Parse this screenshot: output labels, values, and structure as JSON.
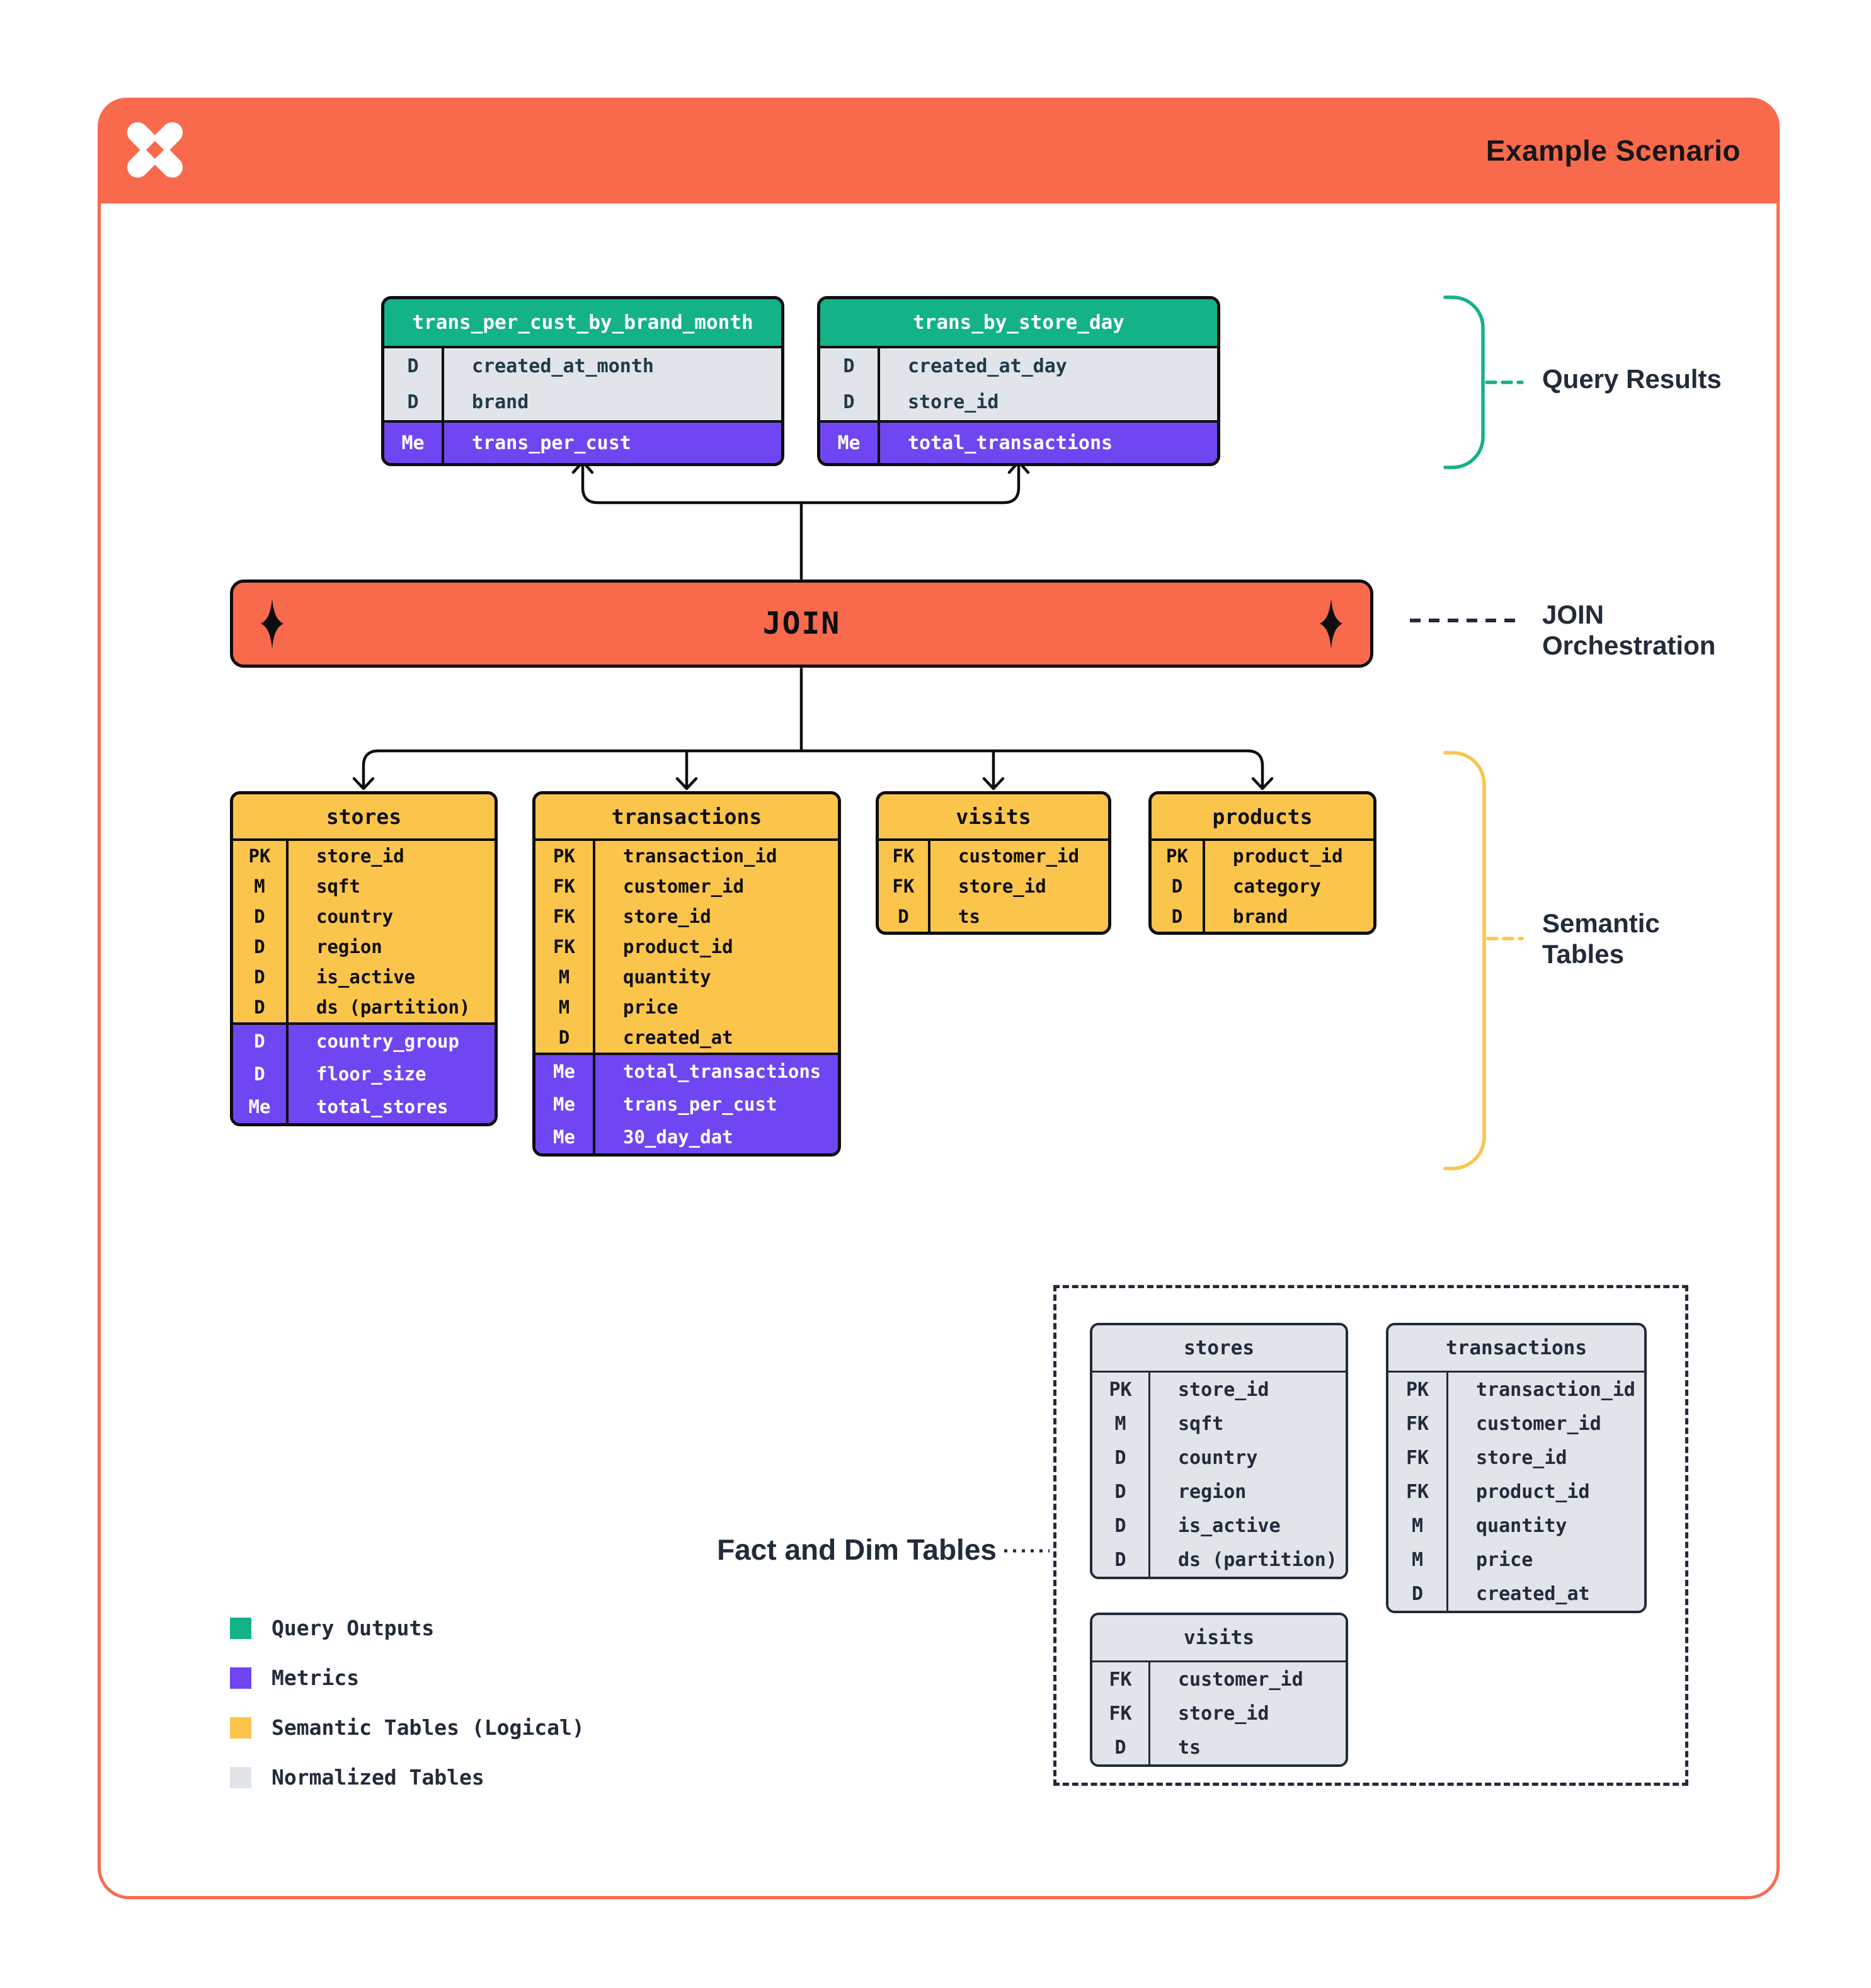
{
  "header": {
    "title": "Example Scenario"
  },
  "join": {
    "label": "JOIN"
  },
  "labels": {
    "query_results": "Query Results",
    "join_orchestration": "JOIN Orchestration",
    "semantic_tables": "Semantic Tables",
    "fact_dim_tables": "Fact and Dim Tables"
  },
  "tables": {
    "trans_per_cust_by_brand_month": {
      "title": "trans_per_cust_by_brand_month",
      "sections": [
        {
          "variant": "base",
          "rows": [
            {
              "key": "D",
              "name": "created_at_month"
            },
            {
              "key": "D",
              "name": "brand"
            }
          ]
        },
        {
          "variant": "metrics",
          "rows": [
            {
              "key": "Me",
              "name": "trans_per_cust"
            }
          ]
        }
      ]
    },
    "trans_by_store_day": {
      "title": "trans_by_store_day",
      "sections": [
        {
          "variant": "base",
          "rows": [
            {
              "key": "D",
              "name": "created_at_day"
            },
            {
              "key": "D",
              "name": "store_id"
            }
          ]
        },
        {
          "variant": "metrics",
          "rows": [
            {
              "key": "Me",
              "name": "total_transactions"
            }
          ]
        }
      ]
    },
    "stores_semantic": {
      "title": "stores",
      "sections": [
        {
          "variant": "base",
          "rows": [
            {
              "key": "PK",
              "name": "store_id"
            },
            {
              "key": "M",
              "name": "sqft"
            },
            {
              "key": "D",
              "name": "country"
            },
            {
              "key": "D",
              "name": "region"
            },
            {
              "key": "D",
              "name": "is_active"
            },
            {
              "key": "D",
              "name": "ds (partition)"
            }
          ]
        },
        {
          "variant": "metrics",
          "rows": [
            {
              "key": "D",
              "name": "country_group"
            },
            {
              "key": "D",
              "name": "floor_size"
            },
            {
              "key": "Me",
              "name": "total_stores"
            }
          ]
        }
      ]
    },
    "transactions_semantic": {
      "title": "transactions",
      "sections": [
        {
          "variant": "base",
          "rows": [
            {
              "key": "PK",
              "name": "transaction_id"
            },
            {
              "key": "FK",
              "name": "customer_id"
            },
            {
              "key": "FK",
              "name": "store_id"
            },
            {
              "key": "FK",
              "name": "product_id"
            },
            {
              "key": "M",
              "name": "quantity"
            },
            {
              "key": "M",
              "name": "price"
            },
            {
              "key": "D",
              "name": "created_at"
            }
          ]
        },
        {
          "variant": "metrics",
          "rows": [
            {
              "key": "Me",
              "name": "total_transactions"
            },
            {
              "key": "Me",
              "name": "trans_per_cust"
            },
            {
              "key": "Me",
              "name": "30_day_dat"
            }
          ]
        }
      ]
    },
    "visits_semantic": {
      "title": "visits",
      "sections": [
        {
          "variant": "base",
          "rows": [
            {
              "key": "FK",
              "name": "customer_id"
            },
            {
              "key": "FK",
              "name": "store_id"
            },
            {
              "key": "D",
              "name": "ts"
            }
          ]
        }
      ]
    },
    "products_semantic": {
      "title": "products",
      "sections": [
        {
          "variant": "base",
          "rows": [
            {
              "key": "PK",
              "name": "product_id"
            },
            {
              "key": "D",
              "name": "category"
            },
            {
              "key": "D",
              "name": "brand"
            }
          ]
        }
      ]
    },
    "stores_normalized": {
      "title": "stores",
      "sections": [
        {
          "variant": "base",
          "rows": [
            {
              "key": "PK",
              "name": "store_id"
            },
            {
              "key": "M",
              "name": "sqft"
            },
            {
              "key": "D",
              "name": "country"
            },
            {
              "key": "D",
              "name": "region"
            },
            {
              "key": "D",
              "name": "is_active"
            },
            {
              "key": "D",
              "name": "ds (partition)"
            }
          ]
        }
      ]
    },
    "transactions_normalized": {
      "title": "transactions",
      "sections": [
        {
          "variant": "base",
          "rows": [
            {
              "key": "PK",
              "name": "transaction_id"
            },
            {
              "key": "FK",
              "name": "customer_id"
            },
            {
              "key": "FK",
              "name": "store_id"
            },
            {
              "key": "FK",
              "name": "product_id"
            },
            {
              "key": "M",
              "name": "quantity"
            },
            {
              "key": "M",
              "name": "price"
            },
            {
              "key": "D",
              "name": "created_at"
            }
          ]
        }
      ]
    },
    "visits_normalized": {
      "title": "visits",
      "sections": [
        {
          "variant": "base",
          "rows": [
            {
              "key": "FK",
              "name": "customer_id"
            },
            {
              "key": "FK",
              "name": "store_id"
            },
            {
              "key": "D",
              "name": "ts"
            }
          ]
        }
      ]
    }
  },
  "legend": [
    {
      "label": "Query Outputs",
      "color": "#13B287"
    },
    {
      "label": "Metrics",
      "color": "#6F46F1"
    },
    {
      "label": "Semantic Tables (Logical)",
      "color": "#FBC54C"
    },
    {
      "label": "Normalized Tables",
      "color": "#E1E4E8"
    }
  ],
  "colors": {
    "orange": "#F96A4D",
    "green": "#13B287",
    "purple": "#6F46F1",
    "yellow": "#FBC54C",
    "table_gray": "#E1E4E8",
    "ink": "#0d0d0d",
    "navy": "#222B3A"
  }
}
